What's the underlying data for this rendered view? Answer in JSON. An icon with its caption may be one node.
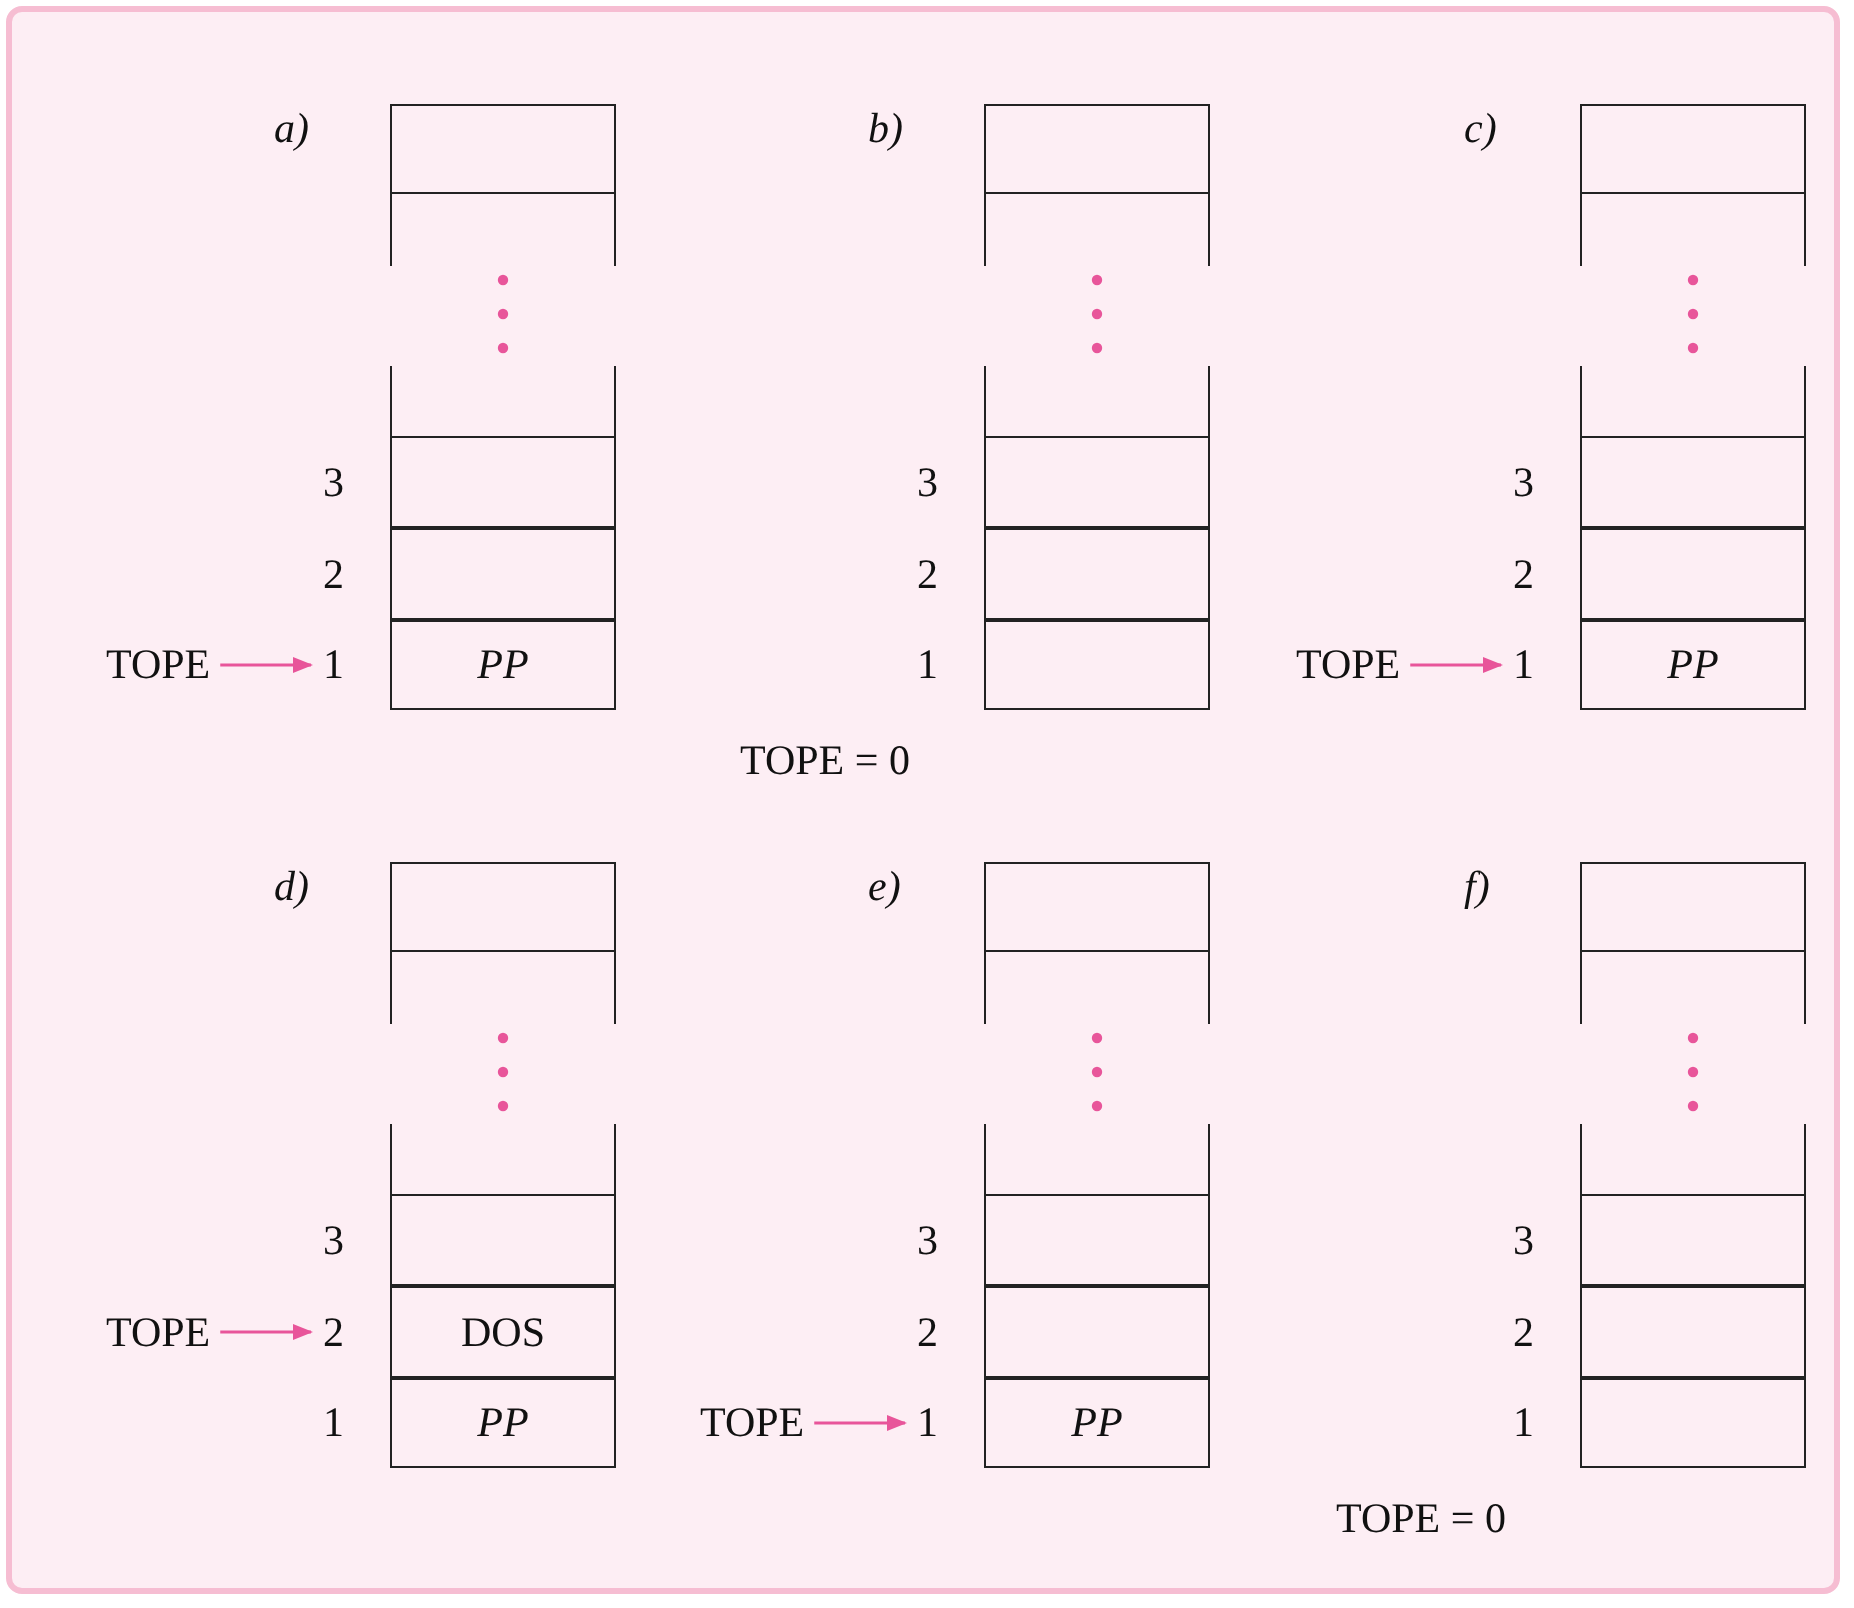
{
  "diagram": {
    "nodes": [
      {
        "text": [
          "TOPE"
        ]
      },
      {
        "text": [
          "1"
        ]
      },
      {
        "text": [],
        "shape": "box"
      },
      {
        "text": [],
        "shape": "box"
      },
      {
        "text": [],
        "shape": "box"
      },
      {
        "text": [],
        "shape": "box"
      },
      {
        "text": [],
        "shape": "box"
      },
      {
        "text": [
          "PP"
        ]
      },
      {
        "text": [],
        "shape": "box"
      },
      {
        "text": [],
        "shape": "box"
      },
      {
        "text": [],
        "shape": "box"
      },
      {
        "text": [],
        "shape": "box"
      },
      {
        "text": [],
        "shape": "box"
      },
      {
        "text": [],
        "shape": "box"
      },
      {
        "text": [
          "TOPE"
        ]
      },
      {
        "text": [
          "1"
        ]
      },
      {
        "text": [],
        "shape": "box"
      },
      {
        "text": [],
        "shape": "box"
      },
      {
        "text": [],
        "shape": "box"
      },
      {
        "text": [],
        "shape": "box"
      },
      {
        "text": [],
        "shape": "box"
      },
      {
        "text": [
          "PP"
        ]
      },
      {
        "text": [
          "TOPE"
        ]
      },
      {
        "text": [
          "2"
        ]
      },
      {
        "text": [],
        "shape": "box"
      },
      {
        "text": [],
        "shape": "box"
      },
      {
        "text": [],
        "shape": "box"
      },
      {
        "text": [],
        "shape": "box"
      },
      {
        "text": [
          "DOS"
        ]
      },
      {
        "text": [
          "PP"
        ]
      },
      {
        "text": [
          "TOPE"
        ]
      },
      {
        "text": [
          "1"
        ]
      },
      {
        "text": [],
        "shape": "box"
      },
      {
        "text": [],
        "shape": "box"
      },
      {
        "text": [],
        "shape": "box"
      },
      {
        "text": [],
        "shape": "box"
      },
      {
        "text": [],
        "shape": "box"
      },
      {
        "text": [
          "PP"
        ]
      },
      {
        "text": [],
        "shape": "box"
      },
      {
        "text": [],
        "shape": "box"
      },
      {
        "text": [],
        "shape": "box"
      },
      {
        "text": [],
        "shape": "box"
      },
      {
        "text": [],
        "shape": "box"
      },
      {
        "text": [],
        "shape": "box"
      }
    ],
    "edges": [
      {
        "from": 0,
        "to": 1,
        "arrow": "to"
      },
      {
        "from": 14,
        "to": 15,
        "arrow": "to"
      },
      {
        "from": 22,
        "to": 23,
        "arrow": "to"
      },
      {
        "from": 30,
        "to": 31,
        "arrow": "to"
      }
    ],
    "labels": [
      "a)",
      "b)",
      "c)",
      "3",
      "3",
      "3",
      "2",
      "2",
      "2",
      "1",
      "TOPE = 0",
      "d)",
      "e)",
      "f)",
      "3",
      "3",
      "3",
      "2",
      "2",
      "1",
      "1",
      "TOPE = 0"
    ]
  }
}
